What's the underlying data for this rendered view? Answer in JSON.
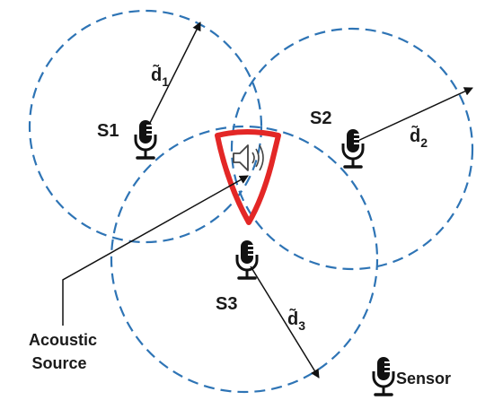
{
  "diagram": {
    "colors": {
      "circle_stroke": "#2e74b5",
      "region_stroke": "#e32726",
      "ink": "#111111",
      "background": "#ffffff"
    },
    "sensors": [
      {
        "id": "S1",
        "label": "S1",
        "distance_symbol": "d̃",
        "distance_index": "1"
      },
      {
        "id": "S2",
        "label": "S2",
        "distance_symbol": "d̃",
        "distance_index": "2"
      },
      {
        "id": "S3",
        "label": "S3",
        "distance_symbol": "d̃",
        "distance_index": "3"
      }
    ],
    "source_label_line1": "Acoustic",
    "source_label_line2": "Source",
    "legend_label": "Sensor",
    "icons": {
      "sensor": "microphone-icon",
      "source": "speaker-icon",
      "estimated_region": "intersection-region"
    }
  }
}
